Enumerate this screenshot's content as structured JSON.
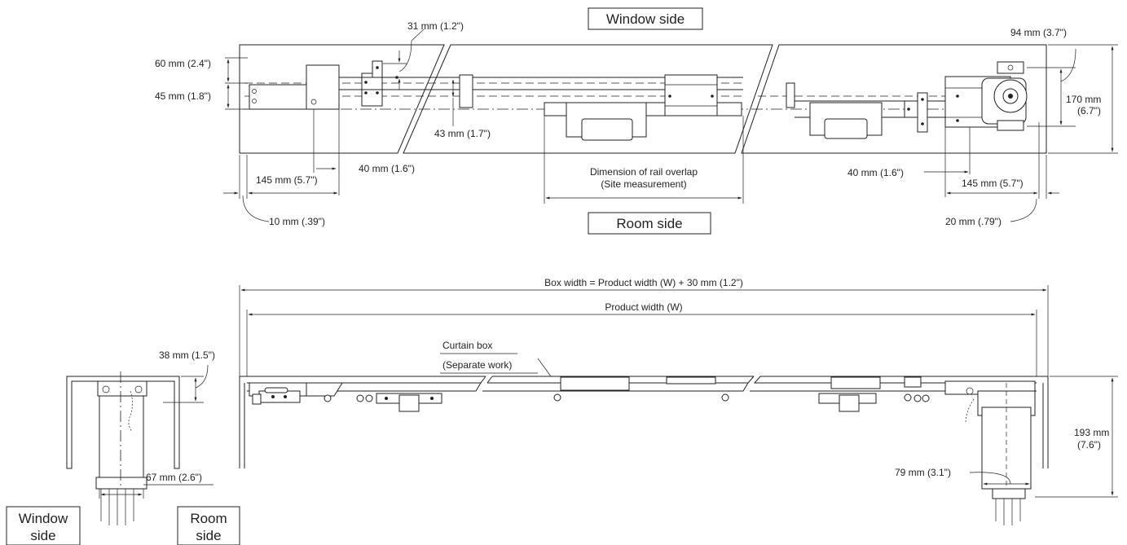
{
  "labels": {
    "window_side_top": "Window side",
    "room_side_top": "Room side",
    "window_side_bottom": "Window\nside",
    "room_side_bottom": "Room\nside",
    "rail_overlap_line1": "Dimension of rail overlap",
    "rail_overlap_line2": "(Site measurement)",
    "box_width": "Box width = Product width (W) + 30 mm (1.2\")",
    "product_width": "Product width (W)",
    "curtain_box_line1": "Curtain box",
    "curtain_box_line2": "(Separate work)"
  },
  "dimensions": {
    "d31": "31 mm (1.2\")",
    "d60": "60 mm (2.4\")",
    "d45": "45 mm (1.8\")",
    "d43": "43 mm (1.7\")",
    "d40_left": "40 mm (1.6\")",
    "d145_left": "145 mm (5.7\")",
    "d10": "10 mm (.39\")",
    "d94": "94 mm (3.7\")",
    "d170_line1": "170 mm",
    "d170_line2": "(6.7\")",
    "d40_right": "40 mm (1.6\")",
    "d145_right": "145 mm (5.7\")",
    "d20": "20 mm (.79\")",
    "d38": "38 mm (1.5\")",
    "d67": "67 mm (2.6\")",
    "d193_line1": "193 mm",
    "d193_line2": "(7.6\")",
    "d79": "79 mm (3.1\")"
  }
}
